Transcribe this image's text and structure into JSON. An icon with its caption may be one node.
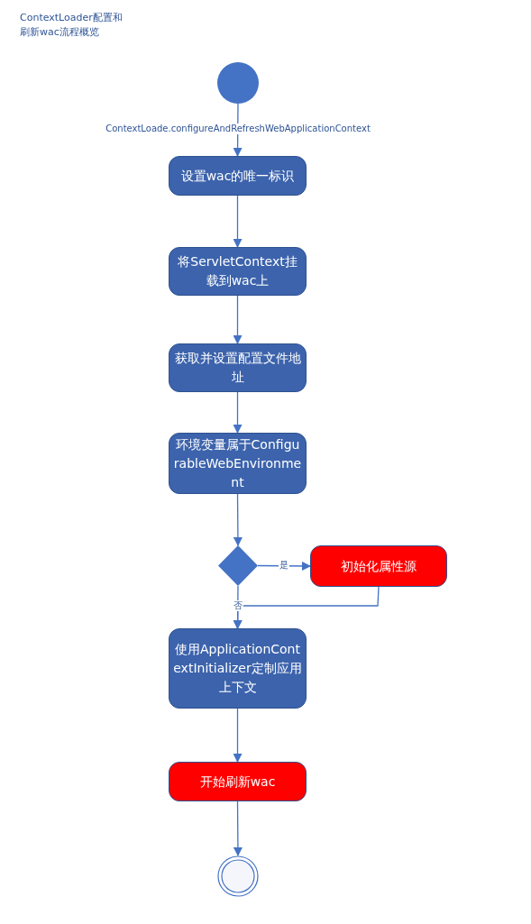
{
  "diagram": {
    "title": "ContextLoader配置和刷新wac流程概览",
    "nodes": [
      {
        "text": [],
        "shape": "circle"
      },
      {
        "text": [
          "设置wac的唯一标识"
        ]
      },
      {
        "text": [
          "将ServletContext挂载到wac上"
        ]
      },
      {
        "text": [
          "获取并设置配置文件地址"
        ]
      },
      {
        "text": [
          "环境变量属于ConfigurableWebEnvironment"
        ]
      },
      {
        "text": [],
        "shape": "diamond"
      },
      {
        "text": [
          "初始化属性源"
        ]
      },
      {
        "text": [
          "使用ApplicationContextInitializer定制应用上下文"
        ]
      },
      {
        "text": [
          "开始刷新wac"
        ]
      },
      {
        "text": [],
        "shape": "circle"
      }
    ],
    "edges": [
      {
        "from": 0,
        "to": 1,
        "arrow": "to",
        "label": "ContextLoade.configureAndRefreshWebApplicationContext"
      },
      {
        "from": 1,
        "to": 2,
        "arrow": "to"
      },
      {
        "from": 2,
        "to": 3,
        "arrow": "to"
      },
      {
        "from": 3,
        "to": 4,
        "arrow": "to"
      },
      {
        "from": 4,
        "to": 5,
        "arrow": "to"
      },
      {
        "from": 5,
        "to": 6,
        "arrow": "to",
        "label": "是"
      },
      {
        "from": 5,
        "to": 7,
        "arrow": "to",
        "label": "否"
      },
      {
        "from": 6,
        "to": 7,
        "arrow": "to"
      },
      {
        "from": 7,
        "to": 8,
        "arrow": "to"
      },
      {
        "from": 8,
        "to": 9,
        "arrow": "to"
      }
    ]
  }
}
